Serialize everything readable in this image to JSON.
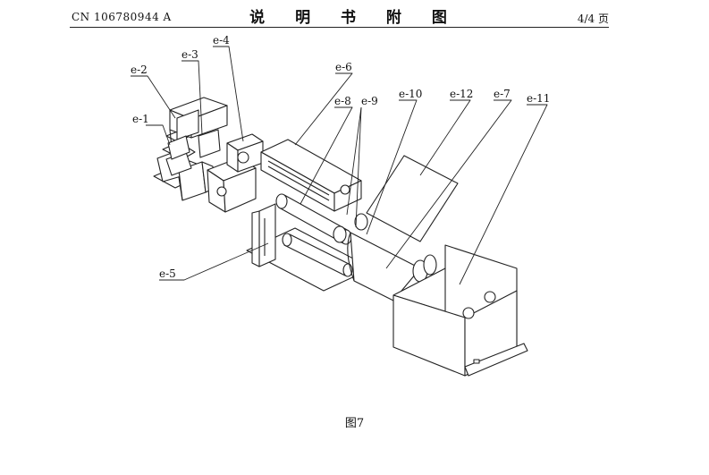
{
  "header": {
    "patent_number": "CN 106780944 A",
    "title": "说 明 书 附 图",
    "page": "4/4 页"
  },
  "figure": {
    "caption": "图7",
    "labels": {
      "e1": "e-1",
      "e2": "e-2",
      "e3": "e-3",
      "e4": "e-4",
      "e5": "e-5",
      "e6": "e-6",
      "e7": "e-7",
      "e8": "e-8",
      "e9": "e-9",
      "e10": "e-10",
      "e11": "e-11",
      "e12": "e-12"
    }
  }
}
